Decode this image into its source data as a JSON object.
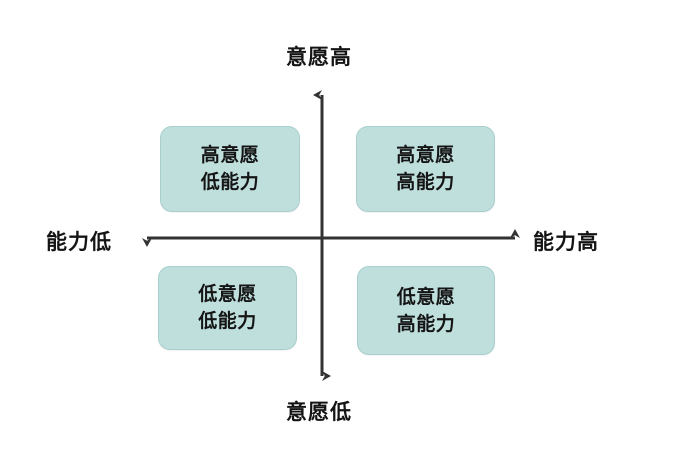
{
  "diagram": {
    "type": "two-by-two-matrix",
    "background_color": "#ffffff",
    "axis_color": "#333333",
    "box_fill_color": "#bfdfdd",
    "box_border_color": "#a8cfcd",
    "text_color": "#151515",
    "axes": {
      "vertical": {
        "name": "意愿",
        "top_label": "意愿高",
        "bottom_label": "意愿低"
      },
      "horizontal": {
        "name": "能力",
        "left_label": "能力低",
        "right_label": "能力高"
      }
    },
    "quadrants": [
      {
        "id": "high-will-low-ability",
        "position": "top-left",
        "line1": "高意愿",
        "line2": "低能力"
      },
      {
        "id": "high-will-high-ability",
        "position": "top-right",
        "line1": "高意愿",
        "line2": "高能力"
      },
      {
        "id": "low-will-low-ability",
        "position": "bottom-left",
        "line1": "低意愿",
        "line2": "低能力"
      },
      {
        "id": "low-will-high-ability",
        "position": "bottom-right",
        "line1": "低意愿",
        "line2": "高能力"
      }
    ]
  }
}
